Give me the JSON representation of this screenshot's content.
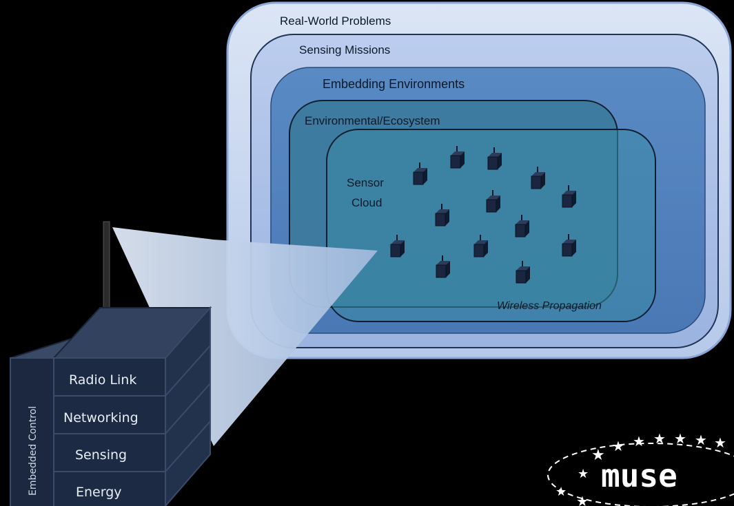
{
  "diagram": {
    "layers": {
      "real_world": "Real-World Problems",
      "sensing": "Sensing Missions",
      "embedding": "Embedding Environments",
      "environmental": "Environmental/Ecosystem",
      "sensor_cloud_line1": "Sensor",
      "sensor_cloud_line2": "Cloud",
      "wireless": "Wireless Propagation"
    },
    "node_stack": {
      "layers": [
        "Radio Link",
        "Networking",
        "Sensing",
        "Energy"
      ],
      "side_label": "Embedded Control"
    },
    "logo": {
      "text": "muse"
    },
    "colors": {
      "background": "#000000",
      "outer_layer": "#c8d6ee",
      "sensing_layer": "#a9bee6",
      "embedding_layer": "#4f81bd",
      "ecosystem_layer": "#3c7a9c",
      "cloud_layer": "#3b8aa6",
      "node_stack": "#1c2a44"
    }
  }
}
